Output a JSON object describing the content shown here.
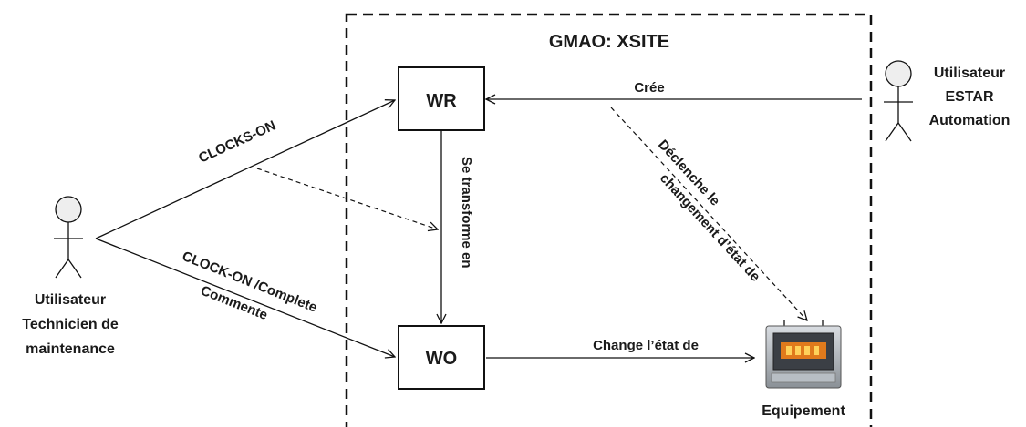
{
  "system": {
    "title": "GMAO: XSITE"
  },
  "nodes": {
    "wr": "WR",
    "wo": "WO"
  },
  "actors": {
    "estar": {
      "line1": "Utilisateur",
      "line2": "ESTAR",
      "line3": "Automation"
    },
    "technicien": {
      "line1": "Utilisateur",
      "line2": "Technicien de",
      "line3": "maintenance"
    }
  },
  "edges": {
    "cree": "Crée",
    "transforme": "Se transforme en",
    "change": "Change l’état de",
    "declenche_1": "Déclenche  le",
    "declenche_2": "changement d’état de",
    "clocks_on": "CLOCKS-ON",
    "clock_on_1": "CLOCK-ON /Complete",
    "clock_on_2": "Commente"
  },
  "equipment": {
    "label": "Equipement"
  }
}
